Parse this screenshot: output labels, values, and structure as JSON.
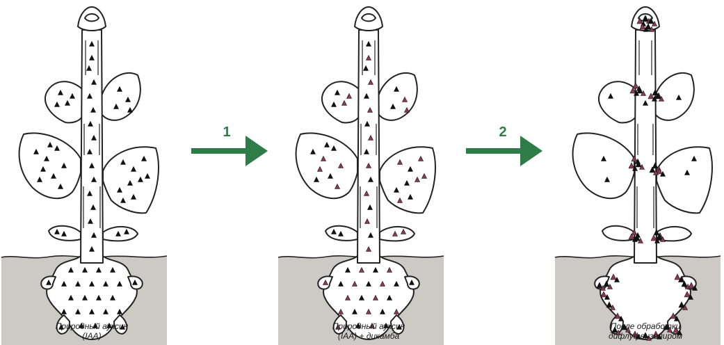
{
  "colors": {
    "soil": "#cdcac6",
    "outline": "#222222",
    "arrow": "#2e7d46",
    "natural_auxin": "#111111",
    "dicamba": "#8a3a55"
  },
  "steps": [
    {
      "number": "1"
    },
    {
      "number": "2"
    }
  ],
  "panels": [
    {
      "caption_line1": "Природный ауксин",
      "caption_line2": "(IAA)"
    },
    {
      "caption_line1": "Природный ауксин",
      "caption_line2": "(IAA) + дикамба"
    },
    {
      "caption_line1": "После обработки",
      "caption_line2": "дифлуфензопиром"
    }
  ]
}
